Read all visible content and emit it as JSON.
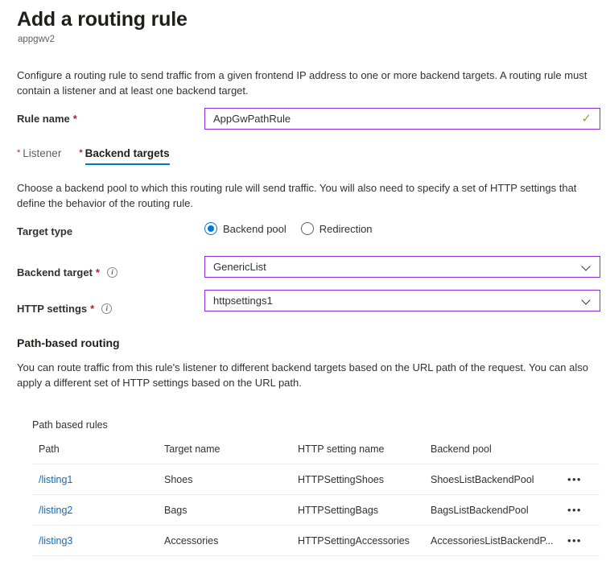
{
  "header": {
    "title": "Add a routing rule",
    "subtitle": "appgwv2"
  },
  "intro": "Configure a routing rule to send traffic from a given frontend IP address to one or more backend targets. A routing rule must contain a listener and at least one backend target.",
  "rule_name": {
    "label": "Rule name",
    "required_marker": "*",
    "value": "AppGwPathRule",
    "validation_icon": "checkmark-icon"
  },
  "tabs": [
    {
      "label": "Listener",
      "required_marker": "*",
      "active": false
    },
    {
      "label": "Backend targets",
      "required_marker": "*",
      "active": true
    }
  ],
  "backend_targets": {
    "description": "Choose a backend pool to which this routing rule will send traffic. You will also need to specify a set of HTTP settings that define the behavior of the routing rule.",
    "target_type": {
      "label": "Target type",
      "options": [
        {
          "label": "Backend pool",
          "selected": true
        },
        {
          "label": "Redirection",
          "selected": false
        }
      ]
    },
    "backend_target": {
      "label": "Backend target",
      "required_marker": "*",
      "info_icon": "info-icon",
      "value": "GenericList"
    },
    "http_settings": {
      "label": "HTTP settings",
      "required_marker": "*",
      "info_icon": "info-icon",
      "value": "httpsettings1"
    }
  },
  "path_based_routing": {
    "heading": "Path-based routing",
    "description": "You can route traffic from this rule's listener to different backend targets based on the URL path of the request. You can also apply a different set of HTTP settings based on the URL path.",
    "table_caption": "Path based rules",
    "columns": [
      "Path",
      "Target name",
      "HTTP setting name",
      "Backend pool"
    ],
    "rows": [
      {
        "path": "/listing1",
        "target_name": "Shoes",
        "http_setting_name": "HTTPSettingShoes",
        "backend_pool": "ShoesListBackendPool",
        "menu": "•••"
      },
      {
        "path": "/listing2",
        "target_name": "Bags",
        "http_setting_name": "HTTPSettingBags",
        "backend_pool": "BagsListBackendPool",
        "menu": "•••"
      },
      {
        "path": "/listing3",
        "target_name": "Accessories",
        "http_setting_name": "HTTPSettingAccessories",
        "backend_pool": "AccessoriesListBackendP...",
        "menu": "•••"
      }
    ]
  },
  "colors": {
    "accent_blue": "#0078d4",
    "link_blue": "#0f6cbd",
    "field_border_purple": "#8a2be2",
    "required_red": "#a4262c",
    "valid_green": "#7bb52e"
  }
}
